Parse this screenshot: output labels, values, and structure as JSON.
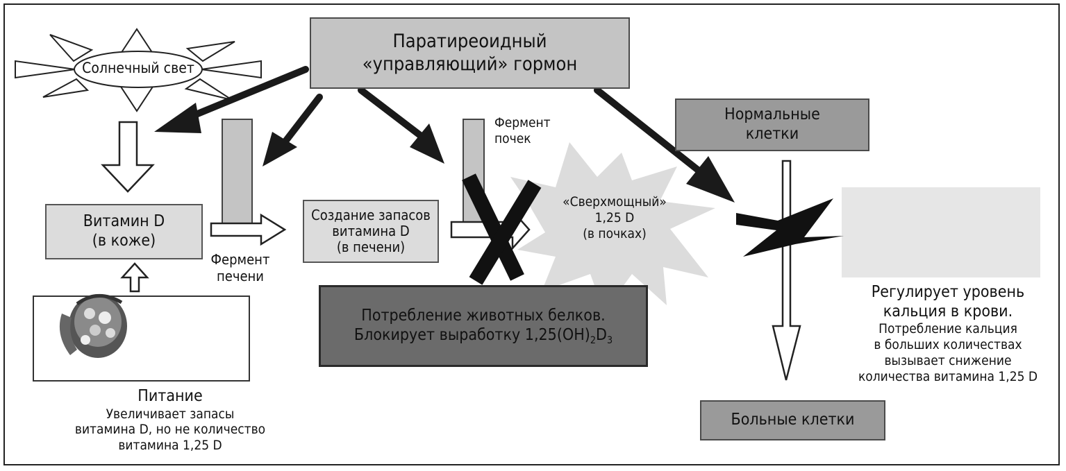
{
  "hormone": {
    "line1": "Паратиреоидный",
    "line2": "«управляющий» гормон"
  },
  "sunlight": {
    "label": "Солнечный свет"
  },
  "vitamin_d_skin": {
    "line1": "Витамин D",
    "line2": "(в коже)"
  },
  "liver_enzyme": {
    "line1": "Фермент",
    "line2": "печени"
  },
  "liver_storage": {
    "line1": "Создание запасов",
    "line2": "витамина D",
    "line3": "(в печени)"
  },
  "kidney_enzyme": {
    "line1": "Фермент",
    "line2": "почек"
  },
  "super_potent": {
    "line1": "«Сверхмощный»",
    "line2": "1,25 D",
    "line3": "(в почках)"
  },
  "normal_cells": {
    "line1": "Нормальные",
    "line2": "клетки"
  },
  "sick_cells": {
    "label": "Больные клетки"
  },
  "animal_protein": {
    "line1": "Потребление животных белков.",
    "line2_prefix": "Блокирует выработку 1,25(OH)",
    "line2_sub1": "2",
    "line2_mid": "D",
    "line2_sub2": "3"
  },
  "nutrition": {
    "title": "Питание",
    "line1": "Увеличивает запасы",
    "line2": "витамина D, но не количество",
    "line3": "витамина 1,25 D"
  },
  "calcium": {
    "line1": "Регулирует уровень",
    "line2": "кальция в крови.",
    "line3": "Потребление кальция",
    "line4": "в больших количествах",
    "line5": "вызывает снижение",
    "line6": "количества витамина 1,25 D"
  }
}
